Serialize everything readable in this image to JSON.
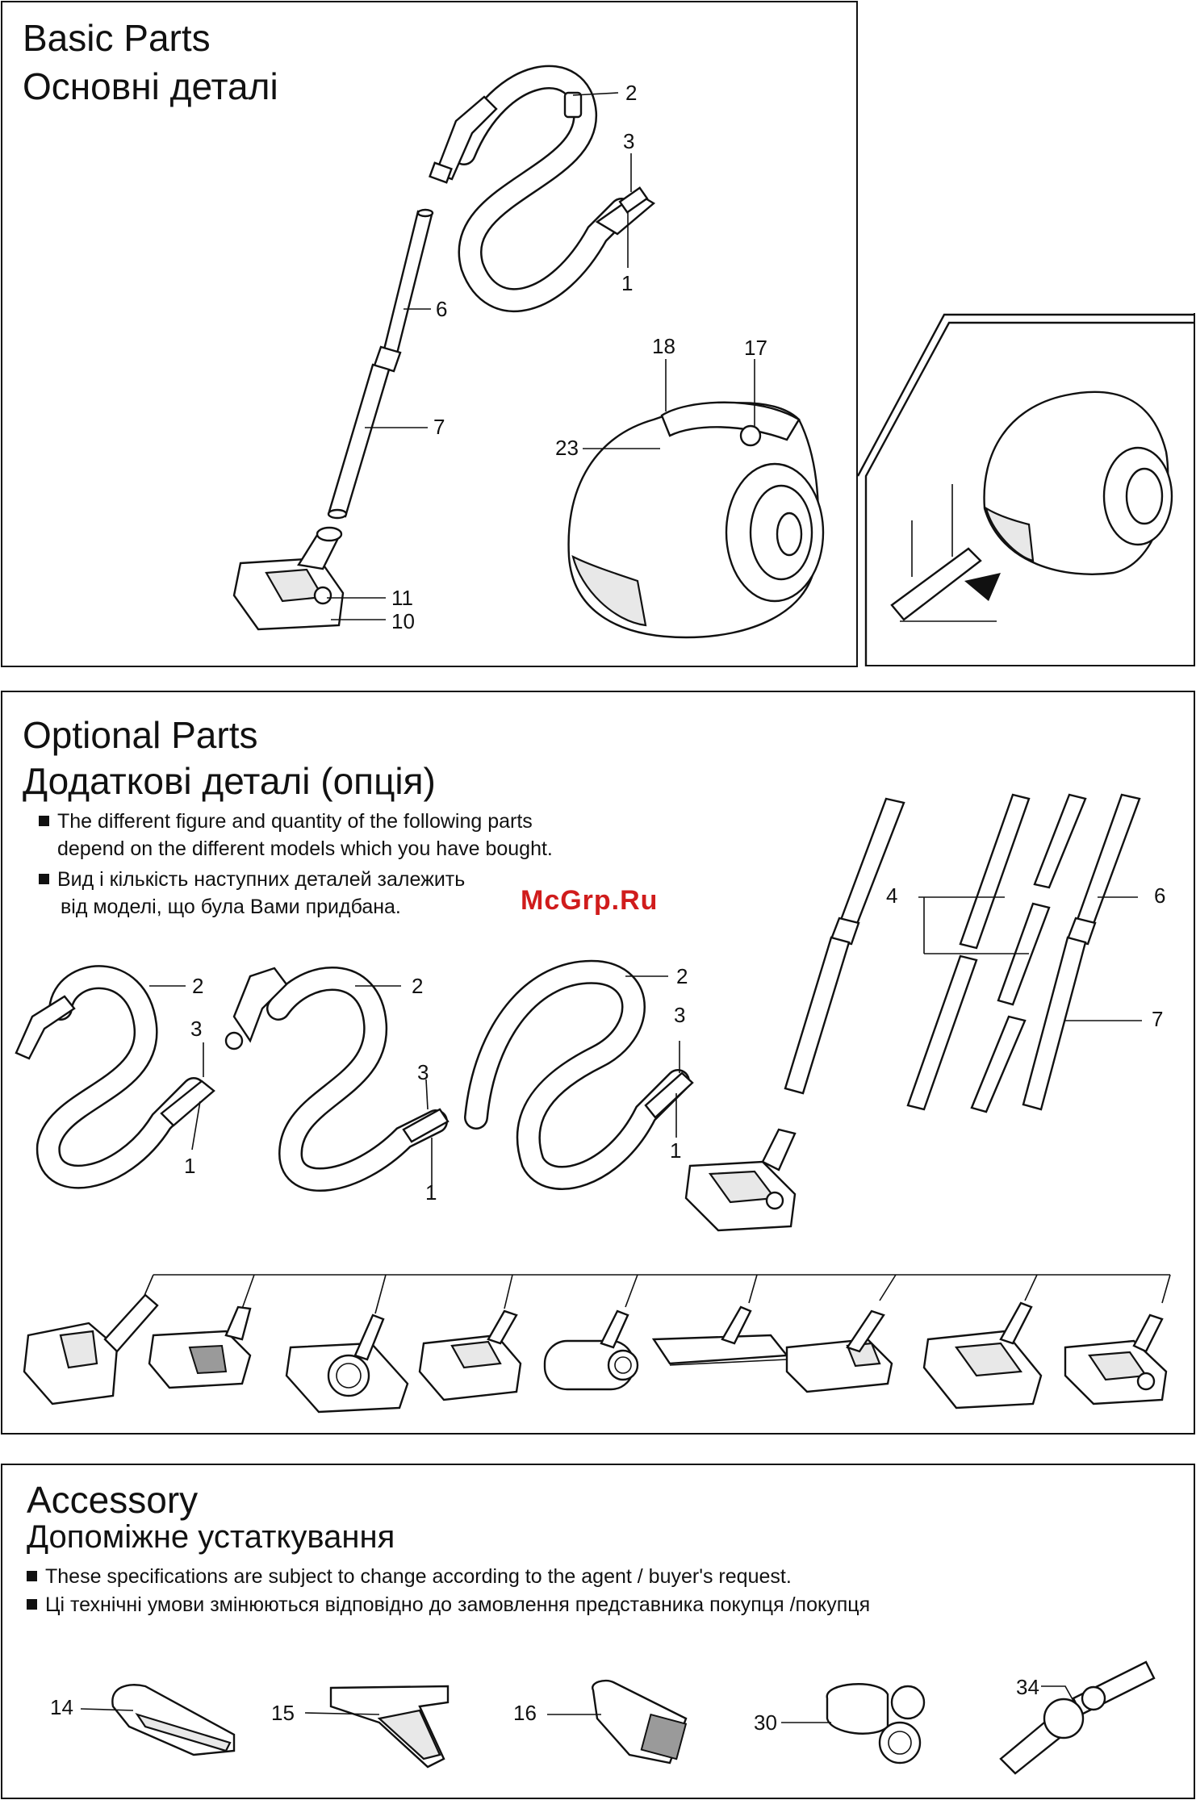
{
  "basic": {
    "title_en": "Basic Parts",
    "title_uk": "Основні деталі",
    "labels": [
      "2",
      "3",
      "1",
      "6",
      "7",
      "18",
      "17",
      "23",
      "11",
      "10"
    ]
  },
  "optional": {
    "title_en": "Optional Parts",
    "title_uk": "Додаткові деталі (опція)",
    "note_en_1": "The different figure and quantity of the following parts",
    "note_en_2": "depend on the different models which you have bought.",
    "note_uk_1": "Вид і кількість наступних деталей залежить",
    "note_uk_2": "від моделі, що була Вами придбана.",
    "labels": {
      "hose1": [
        "2",
        "3",
        "1"
      ],
      "hose2": [
        "2",
        "3",
        "1"
      ],
      "hose3": [
        "2",
        "3",
        "1"
      ],
      "tubes": [
        "4",
        "6",
        "7"
      ]
    }
  },
  "watermark": "McGrp.Ru",
  "accessory": {
    "title_en": "Accessory",
    "title_uk": "Допоміжне устаткування",
    "note_en": "These specifications are subject to change according to the agent / buyer's request.",
    "note_uk": "Ці технічні умови змінюються відповідно до замовлення представника покупця /покупця",
    "labels": [
      "14",
      "15",
      "16",
      "30",
      "34"
    ]
  },
  "icons": [
    "vacuum-cleaner-body",
    "hose",
    "telescopic-tube",
    "floor-nozzle",
    "crevice-tool",
    "upholstery-tool",
    "dusting-brush",
    "tool-holder",
    "tube-clip"
  ]
}
